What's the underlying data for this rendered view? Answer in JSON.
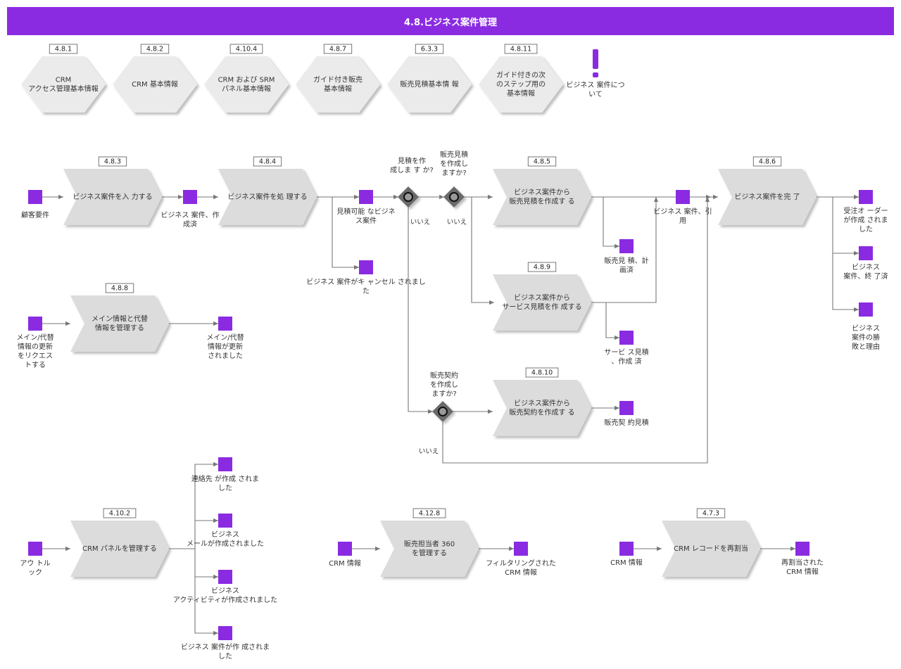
{
  "header": {
    "title": "4.8.ビジネス案件管理"
  },
  "colors": {
    "accent": "#8a2be2",
    "process_fill": "#dcdcdc",
    "hex_fill": "#ebebeb",
    "edge": "#777777",
    "diamond": "#6b6b6b"
  },
  "hexes": [
    {
      "id": "4.8.1",
      "lines": [
        "CRM",
        "アクセス管理基本情報"
      ]
    },
    {
      "id": "4.8.2",
      "lines": [
        "CRM 基本情報"
      ]
    },
    {
      "id": "4.10.4",
      "lines": [
        "CRM および SRM",
        "パネル基本情報"
      ]
    },
    {
      "id": "4.8.7",
      "lines": [
        "ガイド付き販売",
        "基本情報"
      ]
    },
    {
      "id": "6.3.3",
      "lines": [
        "販売見積基本情 報"
      ]
    },
    {
      "id": "4.8.11",
      "lines": [
        "ガイド付きの次",
        "のステップ用の",
        "基本情報"
      ]
    }
  ],
  "about": {
    "lines": [
      "ビジネス 案件につ",
      "いて"
    ]
  },
  "processes": [
    {
      "key": "p483",
      "id": "4.8.3",
      "lines": [
        "ビジネス案件を入 力する"
      ]
    },
    {
      "key": "p484",
      "id": "4.8.4",
      "lines": [
        "ビジネス案件を処 理する"
      ]
    },
    {
      "key": "p485",
      "id": "4.8.5",
      "lines": [
        "ビジネス案件から",
        "販売見積を作成す る"
      ]
    },
    {
      "key": "p486",
      "id": "4.8.6",
      "lines": [
        "ビジネス案件を完 了"
      ]
    },
    {
      "key": "p489",
      "id": "4.8.9",
      "lines": [
        "ビジネス案件から",
        "サービス見積を作 成する"
      ]
    },
    {
      "key": "p488",
      "id": "4.8.8",
      "lines": [
        "メイン情報と代替",
        "情報を管理する"
      ]
    },
    {
      "key": "p4810",
      "id": "4.8.10",
      "lines": [
        "ビジネス案件から",
        "販売契約を作成す る"
      ]
    },
    {
      "key": "p4102",
      "id": "4.10.2",
      "lines": [
        "CRM パネルを管理する"
      ]
    },
    {
      "key": "p4128",
      "id": "4.12.8",
      "lines": [
        "販売担当者 360",
        "を管理する"
      ]
    },
    {
      "key": "p473",
      "id": "4.7.3",
      "lines": [
        "CRM レコードを再割当"
      ]
    }
  ],
  "events": [
    {
      "key": "e1",
      "lines": [
        "顧客要件"
      ]
    },
    {
      "key": "e2",
      "lines": [
        "ビジネス 案件、作",
        "成済"
      ]
    },
    {
      "key": "e3",
      "lines": [
        "見積可能 なビジネ",
        "ス案件"
      ]
    },
    {
      "key": "e4",
      "lines": [
        "ビジネス 案件がキ ャンセル されまし",
        "た"
      ]
    },
    {
      "key": "e5",
      "lines": [
        "ビジネス 案件、引",
        "用"
      ]
    },
    {
      "key": "e6",
      "lines": [
        "販売見 積、計",
        "画済"
      ]
    },
    {
      "key": "e7",
      "lines": [
        "サービ ス見積",
        "、作成 済"
      ]
    },
    {
      "key": "e8",
      "lines": [
        "販売契 約見積"
      ]
    },
    {
      "key": "e9",
      "lines": [
        "受注オ ーダー",
        "が作成 されま",
        "した"
      ]
    },
    {
      "key": "e10",
      "lines": [
        "ビジネス",
        "案件、終 了済"
      ]
    },
    {
      "key": "e11",
      "lines": [
        "ビジネス",
        "案件の勝",
        "敗と理由"
      ]
    },
    {
      "key": "e12",
      "lines": [
        "メイン/代替",
        "情報の更新",
        "をリクエス",
        "トする"
      ]
    },
    {
      "key": "e13",
      "lines": [
        "メイン/代替",
        "情報が更新",
        "されました"
      ]
    },
    {
      "key": "e14",
      "lines": [
        "アウ トル",
        "ック"
      ]
    },
    {
      "key": "e15",
      "lines": [
        "連絡先 が作成 されま",
        "した"
      ]
    },
    {
      "key": "e16",
      "lines": [
        "ビジネス",
        "メールが作成されました"
      ]
    },
    {
      "key": "e17",
      "lines": [
        "ビジネス",
        "アクティビティが作成されました"
      ]
    },
    {
      "key": "e18",
      "lines": [
        "ビジネス 案件が作 成されま",
        "した"
      ]
    },
    {
      "key": "e19",
      "lines": [
        "CRM 情報"
      ]
    },
    {
      "key": "e20",
      "lines": [
        "フィルタリングされた",
        "CRM 情報"
      ]
    },
    {
      "key": "e21",
      "lines": [
        "CRM 情報"
      ]
    },
    {
      "key": "e22",
      "lines": [
        "再割当された",
        "CRM 情報"
      ]
    }
  ],
  "gateways": [
    {
      "key": "g1",
      "question": [
        "見積を作",
        "成しま す か?"
      ],
      "no": "いいえ"
    },
    {
      "key": "g2",
      "question": [
        "販売見積",
        "を作成し",
        "ますか?"
      ],
      "no": "いいえ"
    },
    {
      "key": "g3",
      "question": [
        "販売契約",
        "を作成し",
        "ますか?"
      ],
      "no": "いいえ"
    }
  ]
}
